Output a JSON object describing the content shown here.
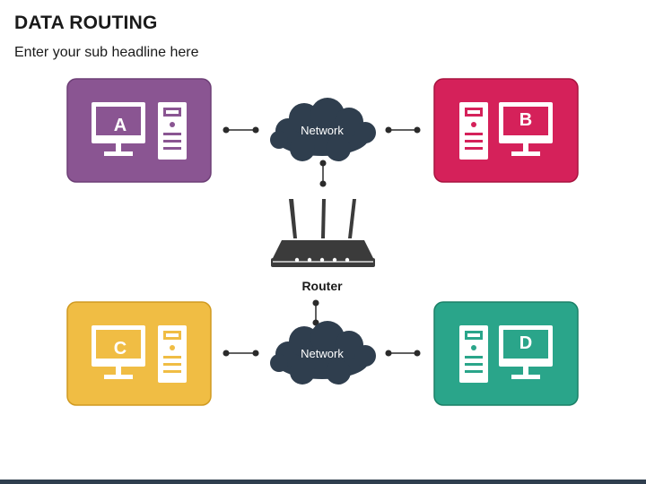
{
  "title": "DATA ROUTING",
  "subtitle": "Enter your sub headline here",
  "router_label": "Router",
  "clouds": [
    {
      "label": "Network"
    },
    {
      "label": "Network"
    }
  ],
  "computers": [
    {
      "letter": "A",
      "color": "#8a5592",
      "border": "#6d3f76"
    },
    {
      "letter": "B",
      "color": "#d5215a",
      "border": "#a8143f"
    },
    {
      "letter": "C",
      "color": "#f0bd44",
      "border": "#d09a20"
    },
    {
      "letter": "D",
      "color": "#2aa58a",
      "border": "#1b8067"
    }
  ],
  "colors": {
    "cloud": "#2f3e4e",
    "router": "#3b3b3b",
    "connector": "#2b2b2b",
    "footer": "#2f3e4e"
  }
}
